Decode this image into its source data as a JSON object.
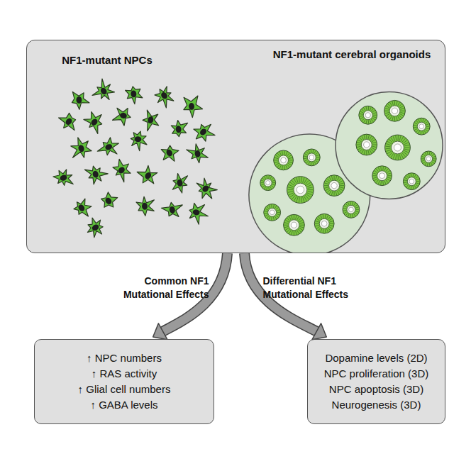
{
  "diagram": {
    "nodes": [
      {
        "text": [
          "NF1-mutant NPCs",
          "NF1-mutant cerebral organoids"
        ]
      },
      {
        "text": [
          "↑ NPC numbers",
          "↑ RAS activity",
          "↑ Glial cell numbers",
          "↑ GABA levels"
        ]
      },
      {
        "text": [
          "Dopamine levels (2D)",
          "NPC proliferation (3D)",
          "NPC apoptosis (3D)",
          "Neurogenesis (3D)"
        ]
      }
    ],
    "edges": [
      {
        "from": 0,
        "to": 1,
        "label": "Common NF1 Mutational Effects",
        "arrow": "to"
      },
      {
        "from": 0,
        "to": 2,
        "label": "Differential NF1 Mutational Effects",
        "arrow": "to"
      }
    ]
  }
}
